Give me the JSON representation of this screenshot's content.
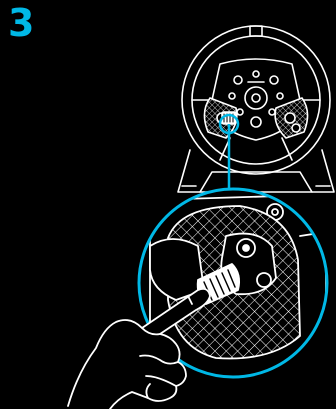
{
  "step": {
    "number": "3"
  },
  "colors": {
    "accent": "#00b8e6",
    "line": "#ffffff",
    "background": "#000000"
  },
  "icons": {
    "wheel": "steering-wheel-illustration",
    "detail": "magnified-rotary-encoder",
    "hand": "pointing-hand-illustration"
  }
}
